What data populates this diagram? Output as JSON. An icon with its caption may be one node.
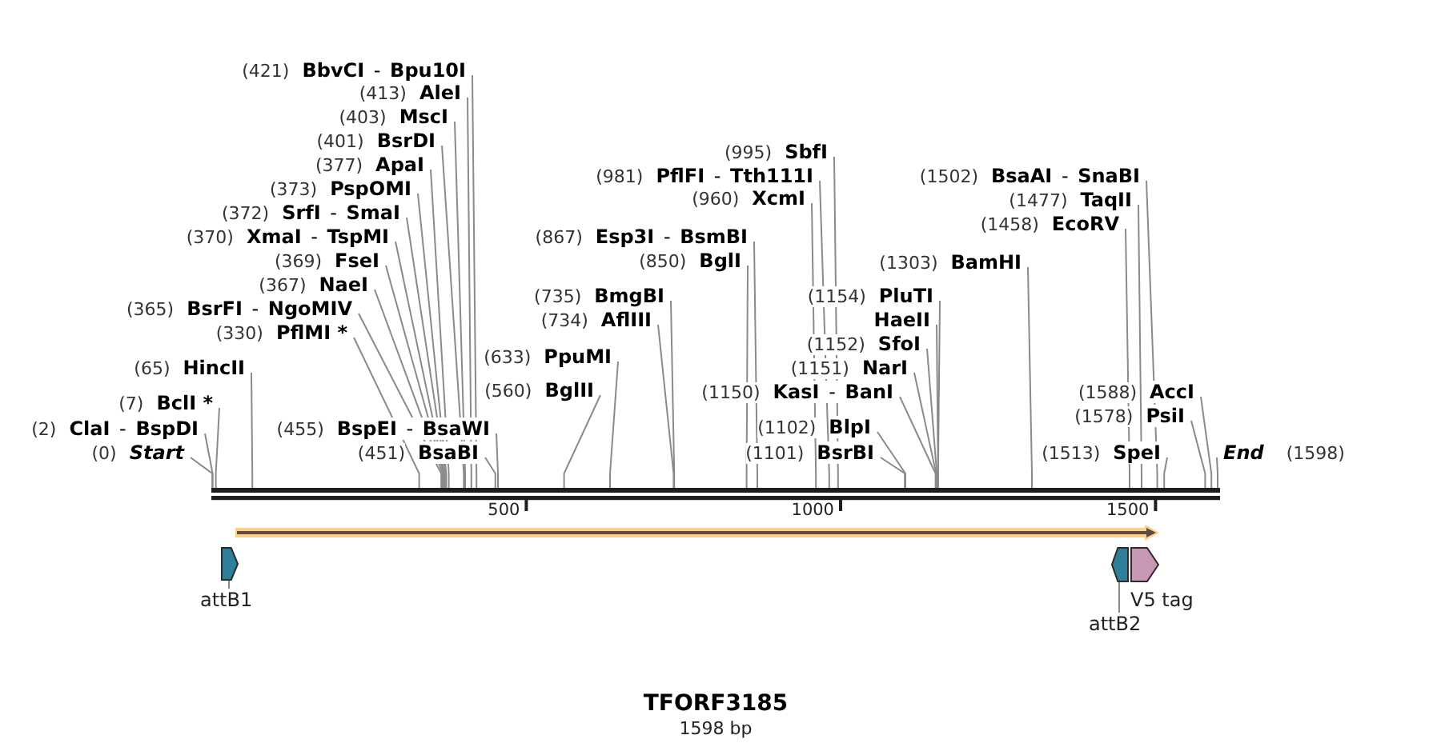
{
  "diagram": {
    "title": "TFORF3185",
    "caption": "1598 bp",
    "nodes": [
      {
        "text": [
          "(421)",
          "**BbvCI** - **Bpu10I**"
        ]
      },
      {
        "text": [
          "(413)",
          "AleI"
        ]
      },
      {
        "text": [
          "(403)",
          "MscI"
        ]
      },
      {
        "text": [
          "(401)",
          "BsrDI"
        ]
      },
      {
        "text": [
          "(377)",
          "ApaI"
        ]
      },
      {
        "text": [
          "(373)",
          "PspOMI"
        ]
      },
      {
        "text": [
          "(372)",
          "**SrfI** - **SmaI**"
        ]
      },
      {
        "text": [
          "(370)",
          "**XmaI** - **TspMI**"
        ]
      },
      {
        "text": [
          "(369)",
          "FseI"
        ]
      },
      {
        "text": [
          "(367)",
          "NaeI"
        ]
      },
      {
        "text": [
          "(365)",
          "**BsrFI** - **NgoMIV**"
        ]
      },
      {
        "text": [
          "(330)",
          "PflMI *"
        ]
      },
      {
        "text": [
          "(65)",
          "HincII"
        ]
      },
      {
        "text": [
          "(7)",
          "BclI *"
        ]
      },
      {
        "text": [
          "(2)",
          "**ClaI** - **BspDI**"
        ]
      },
      {
        "text": [
          "(0)",
          "Start"
        ]
      },
      {
        "text": [
          "(455)",
          "**BspEI** - **BsaWI**"
        ]
      },
      {
        "text": [
          "(451)",
          "BsaBI"
        ]
      },
      {
        "text": [
          "(560)",
          "BglII"
        ]
      },
      {
        "text": [
          "(633)",
          "PpuMI"
        ]
      },
      {
        "text": [
          "(735)",
          "BmgBI"
        ]
      },
      {
        "text": [
          "(734)",
          "AflIII"
        ]
      },
      {
        "text": [
          "(867)",
          "**Esp3I** - **BsmBI**"
        ]
      },
      {
        "text": [
          "(850)",
          "BglI"
        ]
      },
      {
        "text": [
          "(995)",
          "SbfI"
        ]
      },
      {
        "text": [
          "(981)",
          "**PflFI** - **Tth111I**"
        ]
      },
      {
        "text": [
          "(960)",
          "XcmI"
        ]
      },
      {
        "text": [
          "(1154)",
          "PluTI"
        ]
      },
      {
        "text": [
          "HaeII"
        ]
      },
      {
        "text": [
          "(1152)",
          "SfoI"
        ]
      },
      {
        "text": [
          "(1151)",
          "NarI"
        ]
      },
      {
        "text": [
          "(1150)",
          "**KasI** - **BanI**"
        ]
      },
      {
        "text": [
          "(1102)",
          "BlpI"
        ]
      },
      {
        "text": [
          "(1101)",
          "BsrBI"
        ]
      },
      {
        "text": [
          "(1303)",
          "BamHI"
        ]
      },
      {
        "text": [
          "(1502)",
          "**BsaAI** - **SnaBI**"
        ]
      },
      {
        "text": [
          "(1477)",
          "TaqII"
        ]
      },
      {
        "text": [
          "(1458)",
          "EcoRV"
        ]
      },
      {
        "text": [
          "(1588)",
          "AccI"
        ]
      },
      {
        "text": [
          "(1578)",
          "PsiI"
        ]
      },
      {
        "text": [
          "(1513)",
          "SpeI"
        ]
      },
      {
        "text": [
          "End",
          "(1598)"
        ]
      },
      {
        "text": [],
        "shape": "bar"
      },
      {
        "text": [],
        "shape": "bar"
      },
      {
        "text": [],
        "shape": "pentagon"
      },
      {
        "text": [
          "attB1"
        ]
      },
      {
        "text": [],
        "shape": "pentagon"
      },
      {
        "text": [
          "attB2"
        ]
      },
      {
        "text": [],
        "shape": "pentagon",
        "beside": [
          "V5 tag"
        ]
      }
    ],
    "edges": [
      {
        "from": 0,
        "to": 42,
        "arrow": "none"
      },
      {
        "from": 1,
        "to": 42,
        "arrow": "none"
      },
      {
        "from": 2,
        "to": 42,
        "arrow": "none"
      },
      {
        "from": 3,
        "to": 42,
        "arrow": "none"
      },
      {
        "from": 4,
        "to": 42,
        "arrow": "none"
      },
      {
        "from": 5,
        "to": 42,
        "arrow": "none"
      },
      {
        "from": 6,
        "to": 42,
        "arrow": "none"
      },
      {
        "from": 7,
        "to": 42,
        "arrow": "none"
      },
      {
        "from": 8,
        "to": 42,
        "arrow": "none"
      },
      {
        "from": 9,
        "to": 42,
        "arrow": "none"
      },
      {
        "from": 10,
        "to": 42,
        "arrow": "none"
      },
      {
        "from": 11,
        "to": 42,
        "arrow": "none"
      },
      {
        "from": 12,
        "to": 42,
        "arrow": "none"
      },
      {
        "from": 13,
        "to": 42,
        "arrow": "none"
      },
      {
        "from": 14,
        "to": 42,
        "arrow": "none"
      },
      {
        "from": 15,
        "to": 42,
        "arrow": "none"
      },
      {
        "from": 16,
        "to": 42,
        "arrow": "none"
      },
      {
        "from": 17,
        "to": 42,
        "arrow": "none"
      },
      {
        "from": 18,
        "to": 42,
        "arrow": "none"
      },
      {
        "from": 19,
        "to": 42,
        "arrow": "none"
      },
      {
        "from": 20,
        "to": 42,
        "arrow": "none"
      },
      {
        "from": 21,
        "to": 42,
        "arrow": "none"
      },
      {
        "from": 22,
        "to": 42,
        "arrow": "none"
      },
      {
        "from": 23,
        "to": 42,
        "arrow": "none"
      },
      {
        "from": 24,
        "to": 42,
        "arrow": "none"
      },
      {
        "from": 25,
        "to": 42,
        "arrow": "none"
      },
      {
        "from": 26,
        "to": 42,
        "arrow": "none"
      },
      {
        "from": 27,
        "to": 42,
        "arrow": "none"
      },
      {
        "from": 28,
        "to": 42,
        "arrow": "none"
      },
      {
        "from": 29,
        "to": 42,
        "arrow": "none"
      },
      {
        "from": 30,
        "to": 42,
        "arrow": "none"
      },
      {
        "from": 31,
        "to": 42,
        "arrow": "none"
      },
      {
        "from": 32,
        "to": 42,
        "arrow": "none"
      },
      {
        "from": 33,
        "to": 42,
        "arrow": "none"
      },
      {
        "from": 34,
        "to": 42,
        "arrow": "none"
      },
      {
        "from": 35,
        "to": 42,
        "arrow": "none"
      },
      {
        "from": 36,
        "to": 42,
        "arrow": "none"
      },
      {
        "from": 37,
        "to": 42,
        "arrow": "none"
      },
      {
        "from": 38,
        "to": 42,
        "arrow": "none"
      },
      {
        "from": 39,
        "to": 42,
        "arrow": "none"
      },
      {
        "from": 40,
        "to": 42,
        "arrow": "none"
      },
      {
        "from": 41,
        "to": 42,
        "arrow": "none"
      },
      {
        "from": 45,
        "to": 44,
        "arrow": "none"
      },
      {
        "from": 47,
        "to": 46,
        "arrow": "none"
      }
    ],
    "labels": [
      "500",
      "1000",
      "1500"
    ]
  }
}
